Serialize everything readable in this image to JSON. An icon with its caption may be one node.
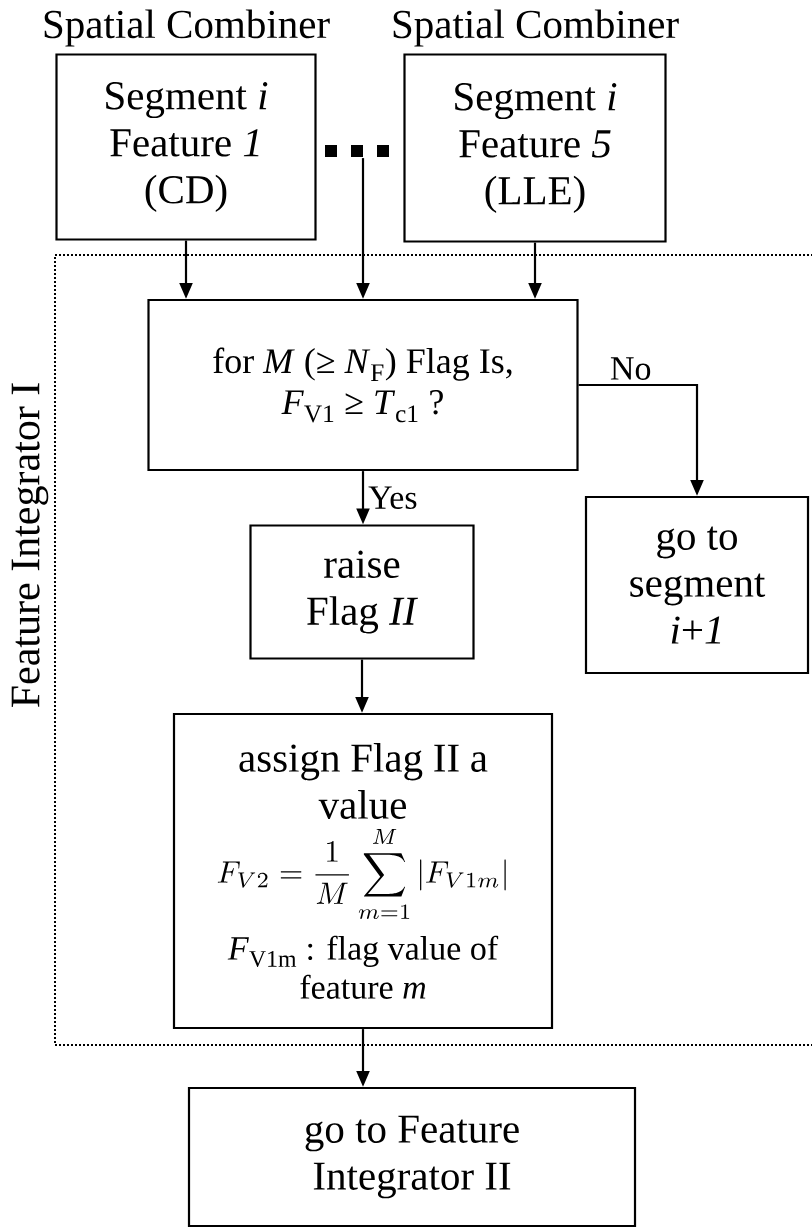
{
  "diagram": {
    "nodes": [
      {
        "text": [
          "Feature Integrator I"
        ]
      },
      {
        "text": [
          "Spatial Combiner",
          "Segment *i* Feature *1* (CD)"
        ]
      },
      {
        "text": [],
        "shape": "dots"
      },
      {
        "text": [
          "Spatial Combiner",
          "Segment *i* Feature *5* (LLE)"
        ]
      },
      {
        "text": [
          "for *M* (≥ *N*$_{F}$) Flag Is, *F*$_{V1}$ ≥ *T*$_{c1}$ ?"
        ],
        "in": 0
      },
      {
        "text": [
          "raise Flag *II*"
        ],
        "in": 0
      },
      {
        "text": [
          "go to segment *i*+*1*"
        ],
        "in": 0
      },
      {
        "text": [
          "assign Flag II a value",
          "F_{V2} = \\frac{1}{M}\\sum_{m=1}^{M}\\left|F_{V1m}\\right|",
          "*F*$_{V1m}$ : flag value of feature *m*"
        ],
        "in": 0
      },
      {
        "text": [
          "go to Feature Integrator II"
        ]
      }
    ],
    "edges": [
      {
        "from": 1,
        "to": 4,
        "arrow": "to"
      },
      {
        "from": 2,
        "to": 4,
        "arrow": "to"
      },
      {
        "from": 3,
        "to": 4,
        "arrow": "to"
      },
      {
        "from": 4,
        "to": 6,
        "arrow": "to",
        "label": "No"
      },
      {
        "from": 4,
        "to": 5,
        "arrow": "to",
        "label": "Yes"
      },
      {
        "from": 5,
        "to": 7,
        "arrow": "to"
      },
      {
        "from": 7,
        "to": 8,
        "arrow": "to"
      }
    ]
  }
}
